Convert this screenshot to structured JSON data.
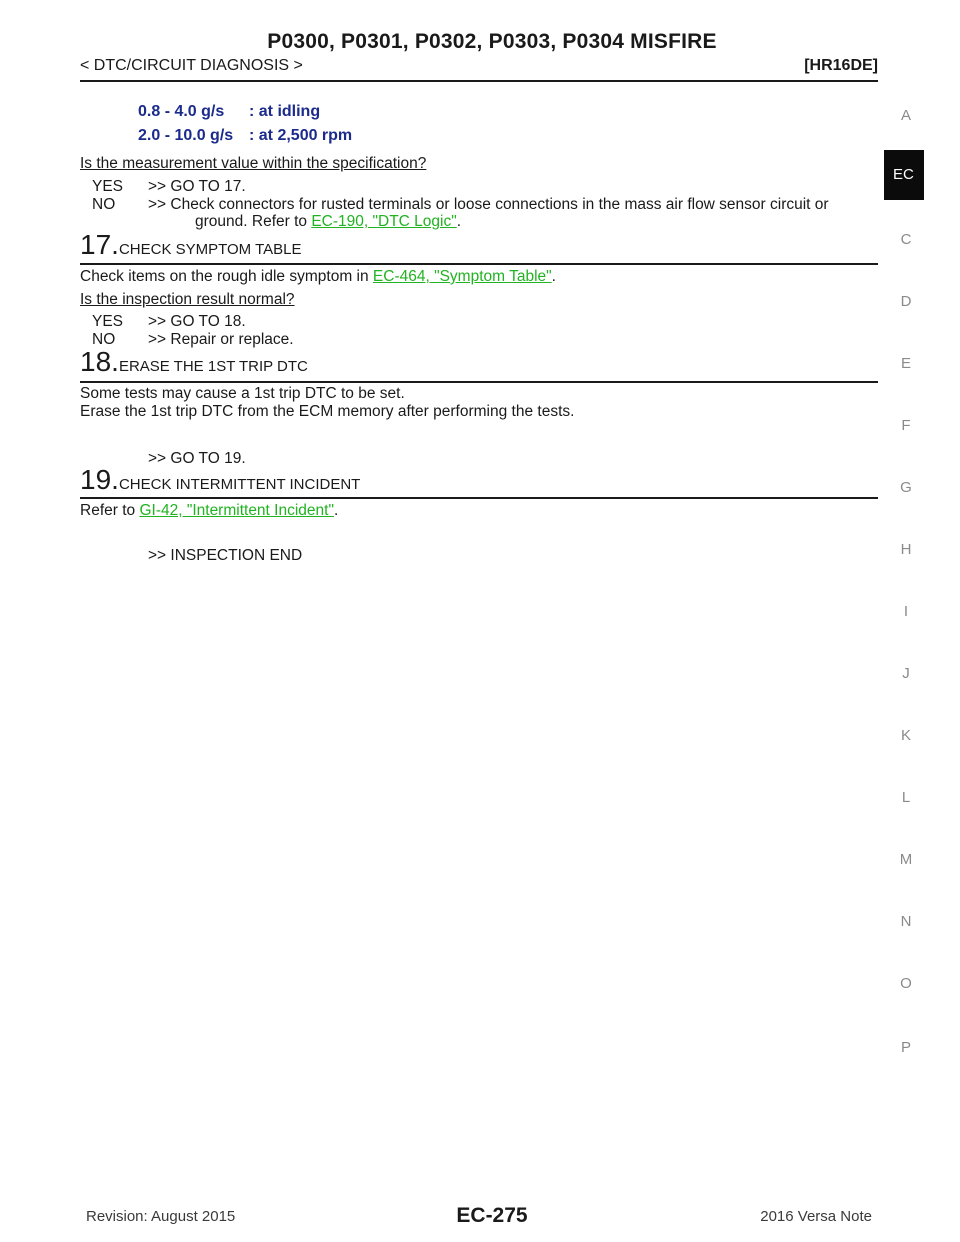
{
  "header": {
    "title": "P0300, P0301, P0302, P0303, P0304 MISFIRE",
    "breadcrumb": "< DTC/CIRCUIT DIAGNOSIS >",
    "engine": "[HR16DE]"
  },
  "spec": [
    {
      "value": "0.8 - 4.0 g/s",
      "condition": ": at idling"
    },
    {
      "value": "2.0 - 10.0 g/s",
      "condition": ": at 2,500 rpm"
    }
  ],
  "q16": "Is the measurement value within the specification?",
  "a16": {
    "yes_key": "YES",
    "yes_text": ">> GO TO 17.",
    "no_key": "NO",
    "no_text_1": ">> Check connectors for rusted terminals or loose connections in the mass air flow sensor circuit or",
    "no_text_2_pre": "ground. Refer to ",
    "no_link": "EC-190, \"DTC Logic\"",
    "no_text_2_post": "."
  },
  "step17": {
    "number": "17.",
    "title": "CHECK SYMPTOM TABLE",
    "body_pre": "Check items on the rough idle symptom in ",
    "body_link": "EC-464, \"Symptom Table\"",
    "body_post": ".",
    "question": "Is the inspection result normal?",
    "yes_key": "YES",
    "yes_text": ">> GO TO 18.",
    "no_key": "NO",
    "no_text": ">> Repair or replace."
  },
  "step18": {
    "number": "18.",
    "title": "ERASE THE 1ST TRIP DTC",
    "line1": "Some tests may cause a 1st trip DTC to be set.",
    "line2": "Erase the 1st trip DTC from the ECM memory after performing the tests.",
    "goto": ">> GO TO 19."
  },
  "step19": {
    "number": "19.",
    "title": "CHECK INTERMITTENT INCIDENT",
    "body_pre": "Refer to ",
    "body_link": "GI-42, \"Intermittent Incident\"",
    "body_post": ".",
    "end": ">> INSPECTION END"
  },
  "tabs": {
    "letters": [
      "A",
      "C",
      "D",
      "E",
      "F",
      "G",
      "H",
      "I",
      "J",
      "K",
      "L",
      "M",
      "N",
      "O",
      "P"
    ],
    "active": "EC"
  },
  "footer": {
    "revision": "Revision: August 2015",
    "page": "EC-275",
    "model": "2016 Versa Note"
  }
}
